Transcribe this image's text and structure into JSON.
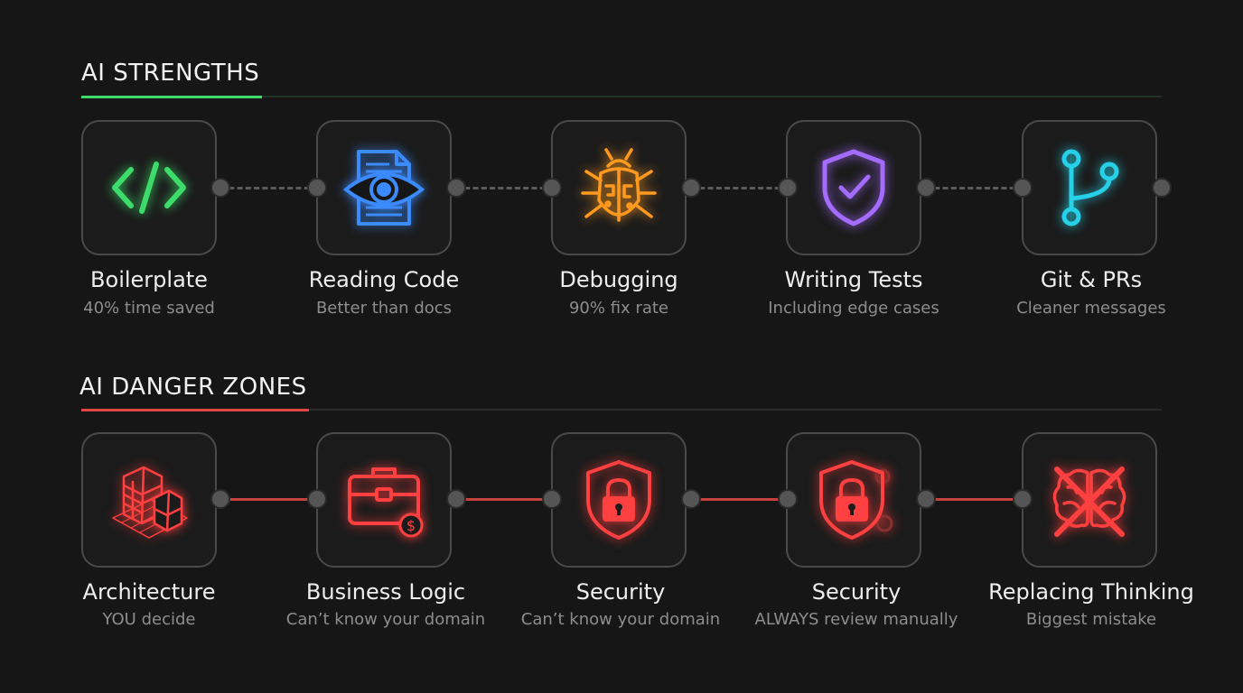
{
  "colors": {
    "strengths_accent": "#3ddc6a",
    "danger_accent": "#e04545",
    "code": "#3ddc6a",
    "reading": "#3b8bff",
    "debug": "#ff9a1f",
    "tests": "#a46bff",
    "git": "#26d0e6",
    "danger": "#ff4040"
  },
  "strengths": {
    "title": "AI STRENGTHS",
    "items": [
      {
        "icon": "code-icon",
        "label": "Boilerplate",
        "sub": "40% time saved"
      },
      {
        "icon": "document-eye-icon",
        "label": "Reading Code",
        "sub": "Better than docs"
      },
      {
        "icon": "bug-icon",
        "label": "Debugging",
        "sub": "90% fix rate"
      },
      {
        "icon": "shield-check-icon",
        "label": "Writing Tests",
        "sub": "Including edge cases"
      },
      {
        "icon": "git-branch-icon",
        "label": "Git & PRs",
        "sub": "Cleaner messages"
      }
    ]
  },
  "dangers": {
    "title": "AI DANGER ZONES",
    "items": [
      {
        "icon": "building-blueprint-icon",
        "label": "Architecture",
        "sub": "YOU decide"
      },
      {
        "icon": "briefcase-dollar-icon",
        "label": "Business Logic",
        "sub": "Can’t know your domain"
      },
      {
        "icon": "shield-lock-icon",
        "label": "Security",
        "sub": "Can’t know your domain"
      },
      {
        "icon": "shield-lock-gear-icon",
        "label": "Security",
        "sub": "ALWAYS review manually"
      },
      {
        "icon": "brain-crossed-icon",
        "label": "Replacing Thinking",
        "sub": "Biggest mistake"
      }
    ]
  }
}
